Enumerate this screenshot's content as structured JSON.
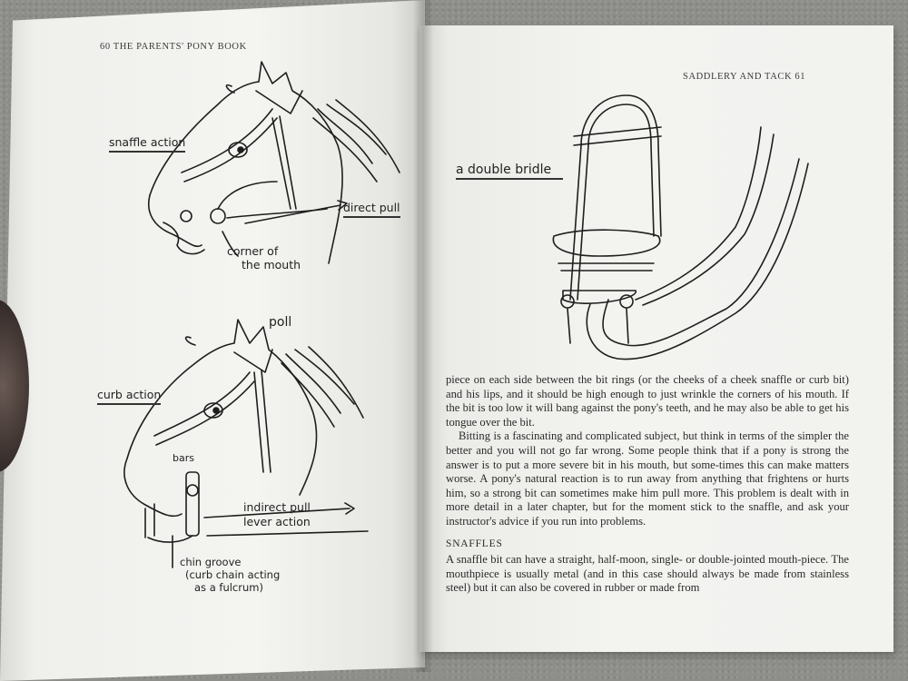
{
  "left_page": {
    "running_head": "60  THE PARENTS' PONY BOOK",
    "figure_labels": {
      "snaffle_action": "snaffle action",
      "direct_pull": "direct pull",
      "corner_of": "corner of",
      "the_mouth": "the mouth",
      "poll": "poll",
      "curb_action": "curb action",
      "bars": "bars",
      "indirect_pull": "indirect pull",
      "lever_action": "lever action",
      "chin_groove_1": "chin groove",
      "chin_groove_2": "(curb chain acting",
      "chin_groove_3": "as a fulcrum)"
    }
  },
  "right_page": {
    "running_head": "SADDLERY AND TACK   61",
    "figure_label": "a double bridle",
    "paragraphs": [
      "piece on each side between the bit rings (or the cheeks of a cheek snaffle or curb bit) and his lips, and it should be high enough to just wrinkle the corners of his mouth. If the bit is too low it will bang against the pony's teeth, and he may also be able to get his tongue over the bit.",
      "Bitting is a fascinating and complicated subject, but think in terms of the simpler the better and you will not go far wrong. Some people think that if a pony is strong the answer is to put a more severe bit in his mouth, but some-times this can make matters worse. A pony's natural reaction is to run away from anything that frightens or hurts him, so a strong bit can sometimes make him pull more. This problem is dealt with in more detail in a later chapter, but for the moment stick to the snaffle, and ask your instructor's advice if you run into problems."
    ],
    "section_heading": "SNAFFLES",
    "section_paragraph": "A snaffle bit can have a straight, half-moon, single- or double-jointed mouth-piece. The mouthpiece is usually metal (and in this case should always be made from stainless steel) but it can also be covered in rubber or made from"
  }
}
